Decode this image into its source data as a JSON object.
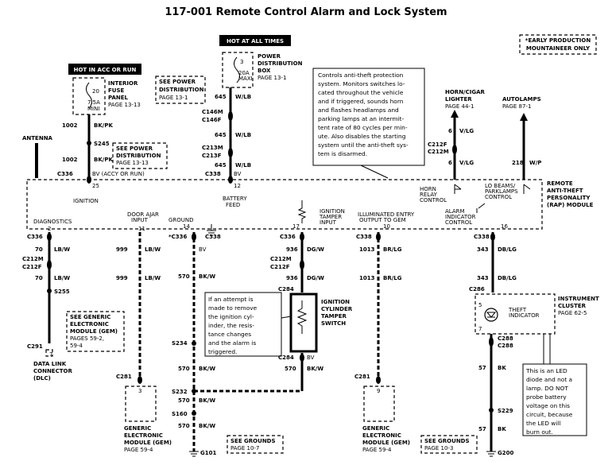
{
  "title": "117-001 Remote Control Alarm and Lock System",
  "early_note": [
    "*EARLY PRODUCTION",
    "MOUNTAINEER ONLY"
  ],
  "hot_acc": "HOT IN ACC OR RUN",
  "hot_all": "HOT AT ALL TIMES",
  "fuse_panel": [
    "INTERIOR",
    "FUSE",
    "PANEL",
    "PAGE  13-13"
  ],
  "fuse20": [
    "20",
    "7.5A",
    "MINI"
  ],
  "pdb": [
    "POWER",
    "DISTRIBUTION",
    "BOX",
    "PAGE  13-1"
  ],
  "fuse3": [
    "3",
    "20A",
    "MAXI"
  ],
  "see_pd1": [
    "SEE  POWER",
    "DISTRIBUTION",
    "PAGE  13-1"
  ],
  "see_pd2": [
    "SEE  POWER",
    "DISTRIBUTION",
    "PAGE  13-13"
  ],
  "antenna": "ANTENNA",
  "desc_box": [
    "Controls anti-theft protection",
    "system.  Monitors switches lo-",
    "cated throughout the vehicle",
    "and if triggered, sounds horn",
    "and flashes headlamps and",
    "parking lamps at an intermit-",
    "tent rate of 80 cycles per min-",
    "ute.  Also disables the starting",
    "system until the anti-theft sys-",
    "tem is disarmed."
  ],
  "horn": [
    "HORN/CIGAR",
    "LIGHTER",
    "PAGE  44-1"
  ],
  "autolamps": [
    "AUTOLAMPS",
    "PAGE  87-1"
  ],
  "rap": [
    "REMOTE",
    "ANTI-THEFT",
    "PERSONALITY",
    "(RAP)  MODULE"
  ],
  "labels": {
    "n1002a": "1002",
    "bkpka": "BK/PK",
    "s245": "S245",
    "n1002b": "1002",
    "bkpkb": "BK/PK",
    "c336": "C336",
    "acc_run": "BV (ACCY OR RUN)",
    "pin25": "25",
    "ignition": "IGNITION",
    "n645a": "645",
    "wlba": "W/LB",
    "c146m": "C146M",
    "c146f": "C146F",
    "n645b": "645",
    "wlbb": "W/LB",
    "c213m": "C213M",
    "c213f": "C213F",
    "n645c": "645",
    "wlbc": "W/LB",
    "c338t": "C338",
    "bv": "BV",
    "pin12": "12",
    "battery": [
      "BATTERY",
      "FEED"
    ],
    "n6a": "6",
    "vlga": "V/LG",
    "c212ft": "C212F",
    "c212mt": "C212M",
    "n6b": "6",
    "vlgb": "V/LG",
    "n218": "218",
    "wp": "W/P",
    "horn_relay": [
      "HORN",
      "RELAY",
      "CONTROL"
    ],
    "lobeams": [
      "LO BEAMS/",
      "PARKLAMPS",
      "CONTROL"
    ],
    "alarm_ind": [
      "ALARM",
      "INDICATOR",
      "CONTROL"
    ],
    "diag": "DIAGNOSTICS",
    "door": [
      "DOOR AJAR",
      "INPUT"
    ],
    "ground": [
      "GROUND"
    ],
    "ign_tamper": [
      "IGNITION",
      "TAMPER",
      "INPUT"
    ],
    "illum": [
      "ILLUMINATED ENTRY",
      "OUTPUT TO GEM"
    ],
    "p2": "2",
    "p11": "11",
    "p14": "14",
    "p17": "17",
    "p10": "10",
    "p16": "16",
    "c336b": "C336",
    "c336s": "*C336",
    "c338a": "C338",
    "c336c": "C336",
    "c338b": "C338",
    "c338c": "C338",
    "n70a": "70",
    "lbwa": "LB/W",
    "c212mb": "C212M",
    "c212fb": "C212F",
    "n70b": "70",
    "lbwb": "LB/W",
    "s255": "S255",
    "n999a": "999",
    "lbwc": "LB/W",
    "n999b": "999",
    "lbwd": "LB/W",
    "bv2": "BV",
    "n570a": "570",
    "bkwa": "BK/W",
    "n936a": "936",
    "dgwa": "DG/W",
    "c212m2": "C212M",
    "c212f2": "C212F",
    "n936b": "936",
    "dgwb": "DG/W",
    "c284a": "C284",
    "n1013a": "1013",
    "brlga": "BR/LG",
    "n1013b": "1013",
    "brlgb": "BR/LG",
    "n343a": "343",
    "dblga": "DB/LG",
    "n343b": "343",
    "dblgb": "DB/LG",
    "c286a": "C286",
    "see_gem": [
      "SEE  GENERIC",
      "ELECTRONIC",
      "MODULE  (GEM)",
      "PAGES  59-2,",
      "59-4"
    ],
    "c291": "C291",
    "n7": "7",
    "dlc": [
      "DATA LINK",
      "CONNECTOR",
      "(DLC)"
    ],
    "s234": "S234",
    "n570b": "570",
    "bkwb": "BK/W",
    "c284b": "C284",
    "n570c": "570",
    "bkwc": "BK/W",
    "bv3": "BV",
    "s232": "S232",
    "n570d": "570",
    "bkwd": "BK/W",
    "s160": "S160",
    "n570e": "570",
    "bkwe": "BK/W",
    "g101": "G101",
    "see_ground1": [
      "SEE  GROUNDS",
      "PAGE  10-7"
    ],
    "see_ground2": [
      "SEE  GROUNDS",
      "PAGE  10-3"
    ],
    "c281a": "C281",
    "c281b": "C281",
    "p3": "3",
    "p9": "9",
    "gem1": [
      "GENERIC",
      "ELECTRONIC",
      "MODULE  (GEM)",
      "PAGE  59-4"
    ],
    "gem2": [
      "GENERIC",
      "ELECTRONIC",
      "MODULE  (GEM)",
      "PAGE  59-4"
    ],
    "attempt": [
      "If  an  attempt  is",
      "made to remove",
      "the ignition cyl-",
      "inder,  the  resis-",
      "tance  changes",
      "and the alarm is",
      "triggered."
    ],
    "ign_cyl": [
      "IGNITION",
      "CYLINDER",
      "TAMPER",
      "SWITCH"
    ],
    "cluster": [
      "INSTRUMENT",
      "CLUSTER",
      "PAGE  62-5"
    ],
    "theft": [
      "THEFT",
      "INDICATOR"
    ],
    "p5": "5",
    "p7": "7",
    "c288a": "C288",
    "c288b": "C288",
    "n57a": "57",
    "bka": "BK",
    "s229": "S229",
    "n57b": "57",
    "bkb": "BK",
    "g200": "G200",
    "led": [
      "This  is  an  LED",
      "diode  and  not  a",
      "lamp.  DO  NOT",
      "probe    battery",
      "voltage  on  this",
      "circuit,  because",
      "the    LED    will",
      "burn out."
    ]
  }
}
